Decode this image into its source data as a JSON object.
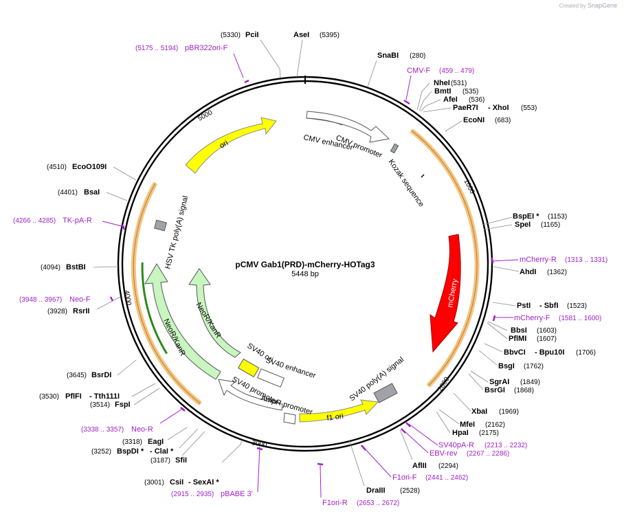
{
  "credit": {
    "prefix": "Created by",
    "brand": "SnapGene"
  },
  "plasmid": {
    "name": "pCMV Gab1(PRD)-mCherry-HOTag3",
    "length_label": "5448 bp",
    "length": 5448
  },
  "ticks": [
    "1000",
    "2000",
    "3000",
    "4000",
    "5000"
  ],
  "sites": [
    {
      "name": "PciI",
      "pos": "(5330)"
    },
    {
      "name": "AseI",
      "pos": "(5395)"
    },
    {
      "name": "SnaBI",
      "pos": "(280)"
    },
    {
      "name": "NheI",
      "pos": "(531)"
    },
    {
      "name": "BmtI",
      "pos": "(535)"
    },
    {
      "name": "AfeI",
      "pos": "(536)"
    },
    {
      "name": "PaeR7I",
      "pos": "(553)",
      "extra": "- XhoI"
    },
    {
      "name": "EcoNI",
      "pos": "(683)"
    },
    {
      "name": "BspEI *",
      "pos": "(1153)"
    },
    {
      "name": "SpeI",
      "pos": "(1165)"
    },
    {
      "name": "AhdI",
      "pos": "(1362)"
    },
    {
      "name": "PstI",
      "pos": "(1523)",
      "extra": "- SbfI"
    },
    {
      "name": "BbsI",
      "pos": "(1603)"
    },
    {
      "name": "PflMI",
      "pos": "(1607)"
    },
    {
      "name": "BbvCI",
      "pos": "(1706)",
      "extra": "- Bpu10I"
    },
    {
      "name": "BsgI",
      "pos": "(1762)"
    },
    {
      "name": "SgrAI",
      "pos": "(1849)"
    },
    {
      "name": "BsrGI",
      "pos": "(1868)"
    },
    {
      "name": "XbaI",
      "pos": "(1969)"
    },
    {
      "name": "MfeI",
      "pos": "(2162)"
    },
    {
      "name": "HpaI",
      "pos": "(2175)"
    },
    {
      "name": "AflII",
      "pos": "(2294)"
    },
    {
      "name": "DraIII",
      "pos": "(2528)"
    },
    {
      "name": "CsiI",
      "pos": "(3001)",
      "extra": "- SexAI *"
    },
    {
      "name": "SfiI",
      "pos": "(3187)"
    },
    {
      "name": "BspDI *",
      "pos": "(3252)",
      "extra": "- ClaI *"
    },
    {
      "name": "EagI",
      "pos": "(3318)"
    },
    {
      "name": "FspI",
      "pos": "(3514)"
    },
    {
      "name": "PflFI",
      "pos": "(3530)",
      "extra": "- Tth111I"
    },
    {
      "name": "BsrDI",
      "pos": "(3645)"
    },
    {
      "name": "RsrII",
      "pos": "(3928)"
    },
    {
      "name": "BstBI",
      "pos": "(4094)"
    },
    {
      "name": "BsaI",
      "pos": "(4401)"
    },
    {
      "name": "EcoO109I",
      "pos": "(4510)"
    }
  ],
  "primers": [
    {
      "name": "pBR322ori-F",
      "pos": "(5175 .. 5194)"
    },
    {
      "name": "CMV-F",
      "pos": "(459 .. 479)"
    },
    {
      "name": "mCherry-R",
      "pos": "(1313 .. 1331)"
    },
    {
      "name": "mCherry-F",
      "pos": "(1581 .. 1600)"
    },
    {
      "name": "SV40pA-R",
      "pos": "(2213 .. 2232)"
    },
    {
      "name": "EBV-rev",
      "pos": "(2267 .. 2286)"
    },
    {
      "name": "F1ori-F",
      "pos": "(2441 .. 2462)"
    },
    {
      "name": "F1ori-R",
      "pos": "(2653 .. 2672)"
    },
    {
      "name": "pBABE 3'",
      "pos": "(2915 .. 2935)"
    },
    {
      "name": "Neo-R",
      "pos": "(3338 .. 3357)"
    },
    {
      "name": "Neo-F",
      "pos": "(3948 .. 3967)"
    },
    {
      "name": "TK-pA-R",
      "pos": "(4266 .. 4285)"
    }
  ],
  "features": [
    {
      "name": "CMV enhancer"
    },
    {
      "name": "CMV promoter"
    },
    {
      "name": "Kozak sequence"
    },
    {
      "name": "mCherry"
    },
    {
      "name": "SV40 poly(A) signal"
    },
    {
      "name": "f1 ori"
    },
    {
      "name": "AmpR promoter"
    },
    {
      "name": "SV40 promoter"
    },
    {
      "name": "SV40 enhancer"
    },
    {
      "name": "SV40 ori"
    },
    {
      "name": "NeoR/KanR"
    },
    {
      "name": "NeoR/KanR"
    },
    {
      "name": "HSV TK poly(A) signal"
    },
    {
      "name": "ori"
    }
  ],
  "colors": {
    "primer": "#a020c8",
    "ori": "#ffff00",
    "mcherry": "#ff0000",
    "neo": "#c8f5c0",
    "promoter": "#ffffff",
    "orf": "#f5c480",
    "polyA": "#a0a4a8"
  }
}
